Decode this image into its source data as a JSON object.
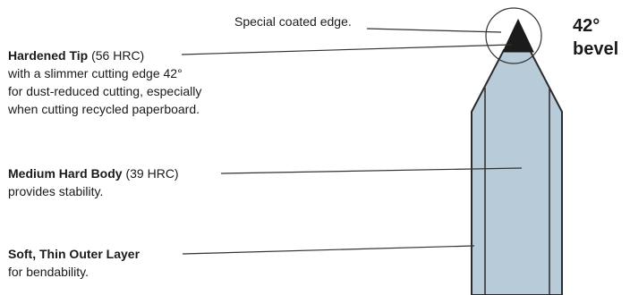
{
  "callouts": {
    "coated_edge": "Special coated edge.",
    "tip": {
      "title": "Hardened Tip",
      "hardness": "(56 HRC)",
      "lines": [
        "with a slimmer cutting edge 42°",
        "for dust-reduced cutting, especially",
        "when cutting recycled paperboard."
      ]
    },
    "body": {
      "title": "Medium Hard Body",
      "hardness": "(39 HRC)",
      "lines": [
        "provides stability."
      ]
    },
    "outer": {
      "title": "Soft, Thin Outer Layer",
      "lines": [
        "for bendability."
      ]
    }
  },
  "bevel_label": {
    "line1": "42°",
    "line2": "bevel"
  },
  "colors": {
    "blade_fill": "#b7cbd9",
    "tip_fill": "#1b1b1b",
    "outline": "#2b2b2b",
    "leader": "#333333"
  }
}
